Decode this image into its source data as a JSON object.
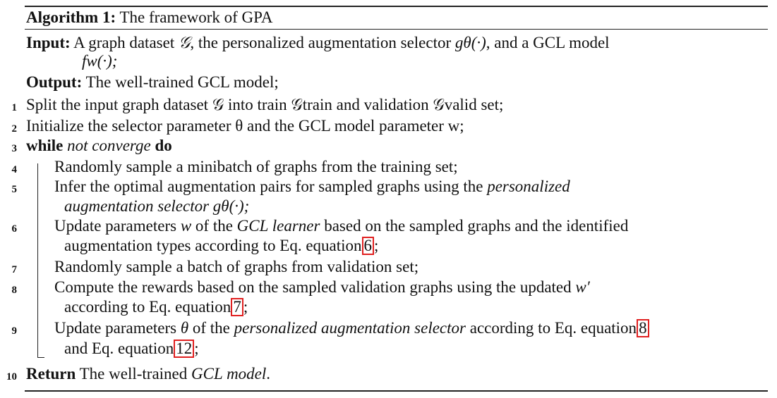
{
  "algorithm": {
    "title_label": "Algorithm 1:",
    "title_text": "The framework of GPA",
    "input_label": "Input:",
    "input_text_1": "A graph dataset",
    "input_sym_G": "𝒢",
    "input_text_2": ", the personalized augmentation selector",
    "input_sym_g": "gθ(·)",
    "input_text_3": ", and a GCL model",
    "input_sym_f": "fw(·);",
    "output_label": "Output:",
    "output_text": "The well-trained GCL model;",
    "lines": [
      {
        "num": "1",
        "text": "Split the input graph dataset 𝒢 into train 𝒢train and validation 𝒢valid set;"
      },
      {
        "num": "2",
        "text": "Initialize the selector parameter θ and the GCL model parameter w;"
      },
      {
        "num": "3",
        "kw1": "while",
        "cond": "not converge",
        "kw2": "do"
      },
      {
        "num": "4",
        "text": "Randomly sample a minibatch of graphs from the training set;"
      },
      {
        "num": "5",
        "text_a": "Infer the optimal augmentation pairs for sampled graphs using the",
        "em": "personalized",
        "cont_em": "augmentation selector",
        "cont_math": "gθ(·);"
      },
      {
        "num": "6",
        "text_a": "Update parameters",
        "math_w": "w",
        "text_b": "of the",
        "em": "GCL learner",
        "text_c": "based on the sampled graphs and the identified",
        "cont": "augmentation types according to Eq. equation",
        "ref": "6",
        "tail": ";"
      },
      {
        "num": "7",
        "text": "Randomly sample a batch of graphs from validation set;"
      },
      {
        "num": "8",
        "text_a": "Compute the rewards based on the sampled validation graphs using the updated",
        "math": "w′",
        "cont": "according to Eq. equation",
        "ref": "7",
        "tail": ";"
      },
      {
        "num": "9",
        "text_a": "Update parameters",
        "math": "θ",
        "text_b": "of the",
        "em": "personalized augmentation selector",
        "text_c": "according to Eq. equation",
        "ref": "8",
        "cont": "and Eq. equation",
        "ref2": "12",
        "tail": ";"
      },
      {
        "num": "10",
        "kw": "Return",
        "text_a": "The well-trained",
        "em": "GCL model",
        "tail": "."
      }
    ]
  }
}
